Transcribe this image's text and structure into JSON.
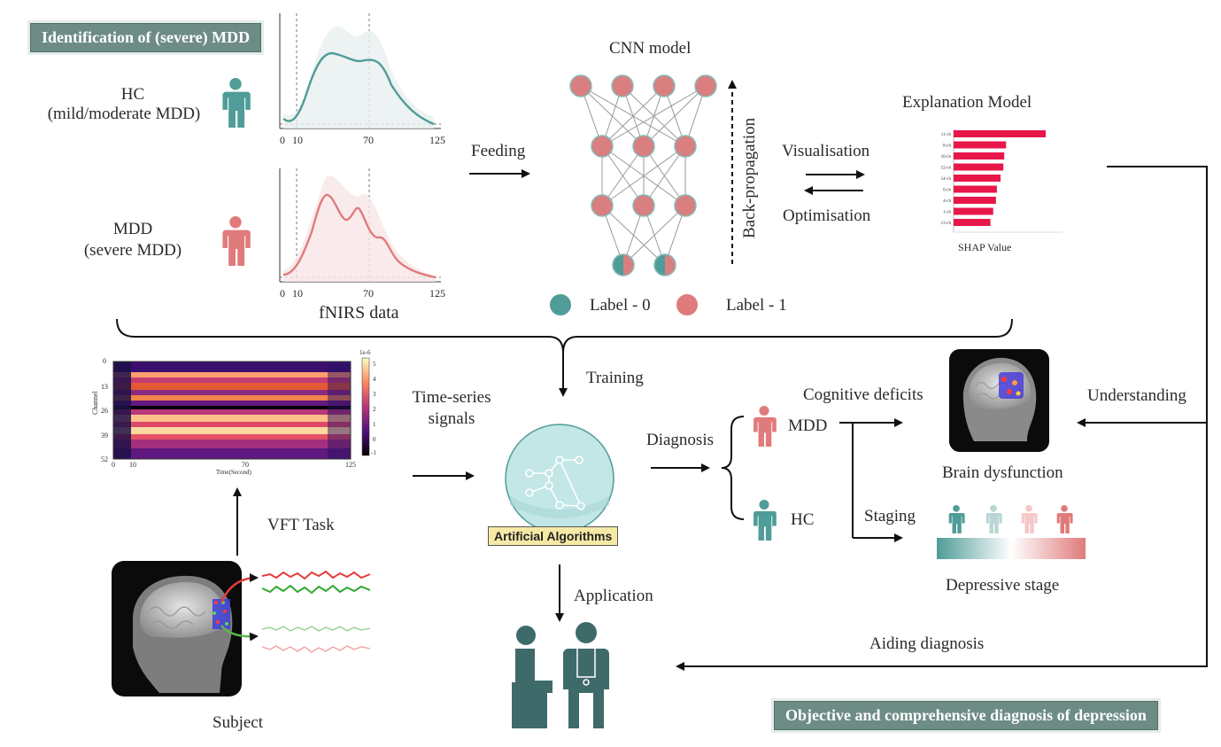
{
  "banners": {
    "top": "Identification of (severe) MDD",
    "bottom": "Objective and comprehensive diagnosis of depression"
  },
  "groups": {
    "hc_title": "HC",
    "hc_sub": "(mild/moderate MDD)",
    "mdd_title": "MDD",
    "mdd_sub": "(severe MDD)"
  },
  "fnirs": {
    "label": "fNIRS data",
    "ticks": [
      "0",
      "10",
      "70",
      "125"
    ]
  },
  "cnn": {
    "title": "CNN model",
    "feeding": "Feeding",
    "backprop": "Back-propagation",
    "visualisation": "Visualisation",
    "optimisation": "Optimisation",
    "label0": "Label - 0",
    "label1": "Label - 1"
  },
  "explanation": {
    "title": "Explanation Model",
    "xlabel": "SHAP Value",
    "channels": [
      "11-ch",
      "8-ch",
      "10-ch",
      "12-ch",
      "14-ch",
      "0-ch",
      "4-ch",
      "1-ch",
      "13-ch"
    ],
    "values": [
      1.0,
      0.57,
      0.55,
      0.54,
      0.51,
      0.47,
      0.46,
      0.43,
      0.4
    ]
  },
  "heatmap": {
    "yticks": [
      "0",
      "13",
      "26",
      "39",
      "52"
    ],
    "xticks": [
      "0",
      "10",
      "70",
      "125"
    ],
    "ylabel": "Channel",
    "xlabel": "Time(Second)",
    "cbar_title": "1e-6",
    "cbar_ticks": [
      "5",
      "4",
      "3",
      "2",
      "1",
      "0",
      "-1"
    ]
  },
  "flow": {
    "training": "Training",
    "time_series_1": "Time-series",
    "time_series_2": "signals",
    "vft": "VFT Task",
    "subject": "Subject",
    "algorithms": "Artificial Algorithms",
    "application": "Application",
    "diagnosis": "Diagnosis",
    "mdd": "MDD",
    "hc": "HC",
    "cognitive": "Cognitive deficits",
    "staging": "Staging",
    "brain": "Brain dysfunction",
    "stage": "Depressive stage",
    "understanding": "Understanding",
    "aiding": "Aiding diagnosis"
  },
  "colors": {
    "teal": "#4f9c98",
    "salmon": "#e07b7b",
    "shap_bar": "#e8174a",
    "banner": "#6d8c86",
    "sphere": "#c3e6e6"
  }
}
